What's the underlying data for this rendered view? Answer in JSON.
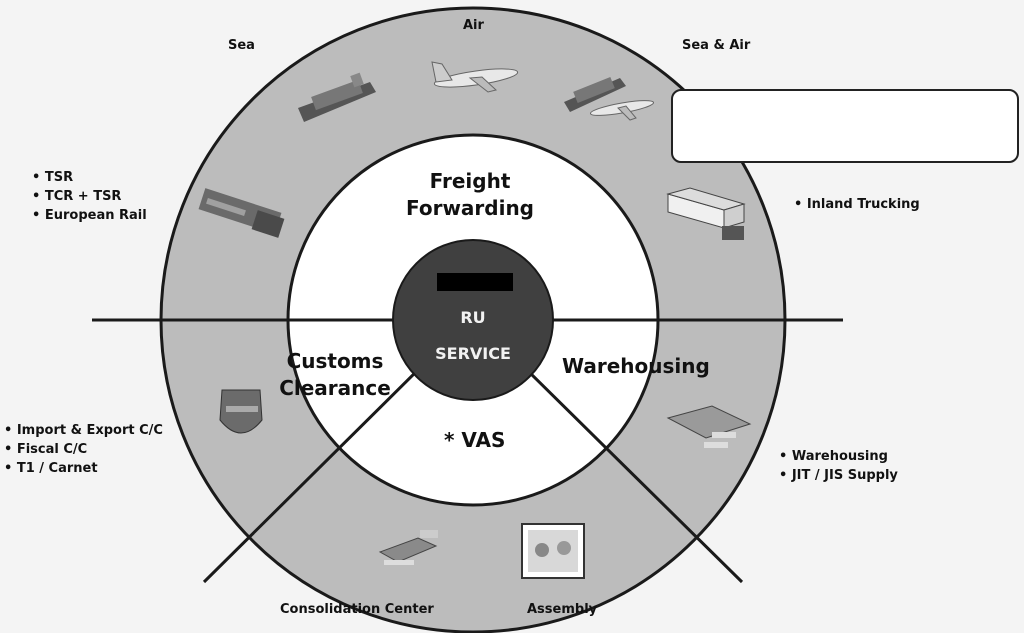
{
  "outer_labels": {
    "sea": "Sea",
    "air": "Air",
    "sea_air": "Sea & Air",
    "consolidation": "Consolidation Center",
    "assembly": "Assembly"
  },
  "inner_labels": {
    "freight_forwarding": [
      "Freight",
      "Forwarding"
    ],
    "customs_clearance": [
      "Customs",
      "Clearance"
    ],
    "warehousing": "Warehousing",
    "vas": "* VAS"
  },
  "center": {
    "line1": "RU",
    "line2": "SERVICE"
  },
  "side_lists": {
    "rail": [
      "TSR",
      "TCR + TSR",
      "European Rail"
    ],
    "trucking": [
      "Inland Trucking"
    ],
    "customs": [
      "Import & Export C/C",
      "Fiscal C/C",
      "T1 / Carnet"
    ],
    "warehouse": [
      "Warehousing",
      "JIT / JIS Supply"
    ]
  },
  "icons": [
    "cargo-ship-icon",
    "airplane-icon",
    "ship-and-plane-icon",
    "train-icon",
    "truck-icon",
    "customs-badge-icon",
    "conveyor-icon",
    "forklift-icon",
    "assembly-photo-icon"
  ],
  "colors": {
    "ring": "#b9b9b9",
    "center": "#404040",
    "inner": "#ffffff"
  }
}
